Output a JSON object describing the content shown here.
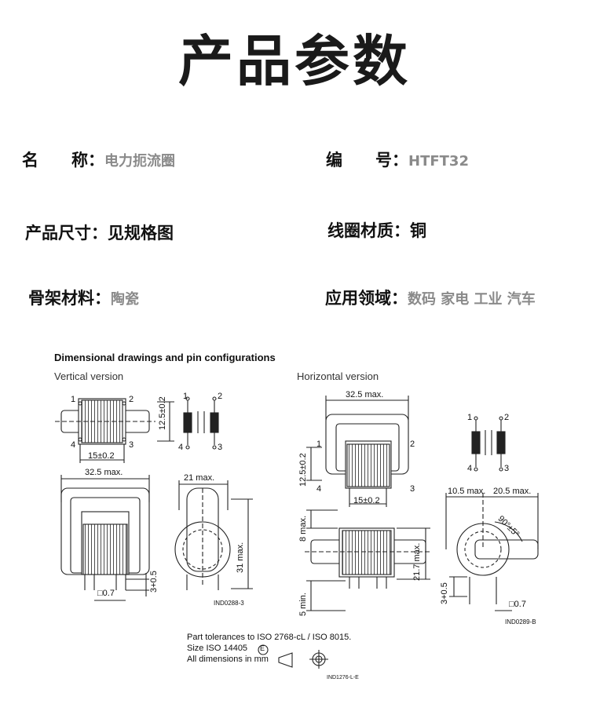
{
  "title": "产品参数",
  "params": {
    "name_label": "名　　称：",
    "name_value": "电力扼流圈",
    "code_label": "编　　号：",
    "code_value": "HTFT32",
    "size_label": "产品尺寸：",
    "size_value": "见规格图",
    "coil_label": "线圈材质：",
    "coil_value": "铜",
    "bobbin_label": "骨架材料：",
    "bobbin_value": "陶瓷",
    "app_label": "应用领域：",
    "app_value": "数码 家电 工业 汽车"
  },
  "drawing": {
    "heading": "Dimensional drawings and pin configurations",
    "vertical_label": "Vertical version",
    "horizontal_label": "Horizontal version",
    "v_pin1": "1",
    "v_pin2": "2",
    "v_pin3": "3",
    "v_pin4": "4",
    "v_pitch": "15±0.2",
    "v_height": "12.5±0.2",
    "v_width_max": "32.5 max.",
    "v_depth_max": "21 max.",
    "v_height_max": "31 max.",
    "v_pin_len": "3+0.5",
    "v_pin_sq": "□0.7",
    "v_code": "IND0288-3",
    "h_width_max": "32.5 max.",
    "h_height": "12.5±0.2",
    "h_pitch": "15±0.2",
    "h_pin1": "1",
    "h_pin2": "2",
    "h_pin3": "3",
    "h_pin4": "4",
    "h_top_max": "8 max.",
    "h_body": "21.7 max.",
    "h_min": "5 min.",
    "h_left_max": "10.5 max.",
    "h_right_max": "20.5 max.",
    "h_angle": "90°±5°",
    "h_pin_len": "3+0.5",
    "h_pin_sq": "□0.7",
    "h_code": "IND0289-B",
    "schem_1": "1",
    "schem_2": "2",
    "schem_3": "3",
    "schem_4": "4",
    "tol_line1": "Part tolerances to ISO 2768-cL / ISO 8015.",
    "tol_line2": "Size ISO 14405",
    "tol_e": "E",
    "tol_line3": "All dimensions in mm",
    "tol_code": "IND1276-L-E"
  }
}
